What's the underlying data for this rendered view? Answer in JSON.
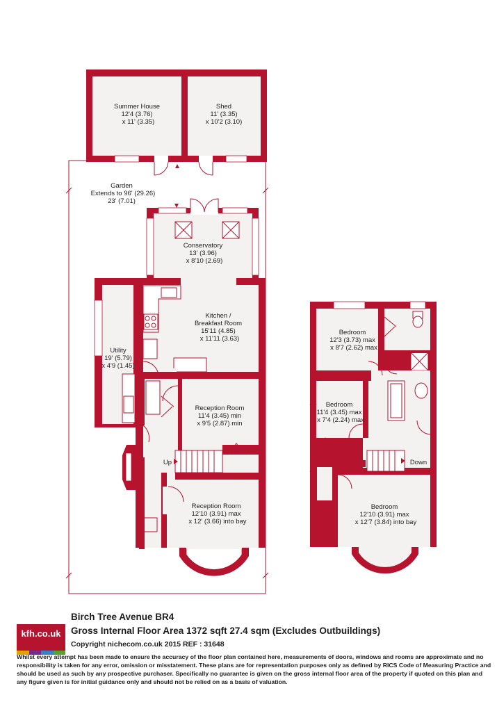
{
  "rooms": {
    "summer_house": {
      "name": "Summer House",
      "dim1": "12'4 (3.76)",
      "dim2": "x 11' (3.35)"
    },
    "shed": {
      "name": "Shed",
      "dim1": "11' (3.35)",
      "dim2": "x 10'2 (3.10)"
    },
    "garden": {
      "name": "Garden",
      "dim1": "Extends to 96' (29.26)",
      "dim2": "23' (7.01)"
    },
    "conservatory": {
      "name": "Conservatory",
      "dim1": "13' (3.96)",
      "dim2": "x 8'10 (2.69)"
    },
    "kitchen": {
      "name1": "Kitchen /",
      "name2": "Breakfast Room",
      "dim1": "15'11 (4.85)",
      "dim2": "x 11'11 (3.63)"
    },
    "utility": {
      "name": "Utility",
      "dim1": "19' (5.79)",
      "dim2": "x 4'9 (1.45)"
    },
    "reception1": {
      "name": "Reception Room",
      "dim1": "11'4 (3.45) min",
      "dim2": "x 9'5 (2.87) min"
    },
    "reception2": {
      "name": "Reception Room",
      "dim1": "12'10 (3.91) max",
      "dim2": "x 12' (3.66) into bay"
    },
    "bedroom1": {
      "name": "Bedroom",
      "dim1": "12'3 (3.73) max",
      "dim2": "x 8'7 (2.62) max"
    },
    "bedroom2": {
      "name": "Bedroom",
      "dim1": "11'4 (3.45) max",
      "dim2": "x 7'4 (2.24) max"
    },
    "bedroom3": {
      "name": "Bedroom",
      "dim1": "12'10 (3.91) max",
      "dim2": "x 12'7 (3.84) into bay"
    }
  },
  "labels": {
    "up": "Up",
    "down": "Down"
  },
  "footer": {
    "logo": "kfh.co.uk",
    "address": "Birch Tree Avenue  BR4",
    "area": "Gross Internal Floor Area 1372 sqft 27.4 sqm (Excludes Outbuildings)",
    "copyright": "Copyright nichecom.co.uk 2015 REF : 31648",
    "disclaimer": "Whilst every attempt has been made to ensure the accuracy of the floor plan contained here, measurements of doors, windows and rooms are approximate and no responsibility is taken for any error, omission or misstatement.  These plans are for representation purposes only as defined by RICS Code of Measuring Practice and should be used as such by any prospective purchaser.  Specifically no guarantee is given on the gross internal floor area of the property if quoted on this plan and any figure given is for initial guidance only and should not be relied on as a basis of valuation."
  },
  "colors": {
    "wall": "#b5132e",
    "floor": "#f4f1f1",
    "logo_bars": [
      "#e5a100",
      "#7a2a8a",
      "#3b7fc4",
      "#5aa02c"
    ]
  }
}
